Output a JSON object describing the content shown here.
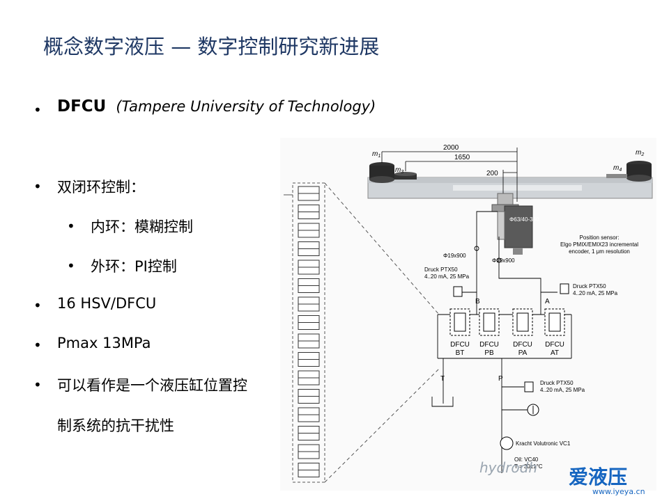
{
  "title": "概念数字液压 — 数字控制研究新进展",
  "bullets": {
    "dfcu_label": "DFCU",
    "dfcu_uni": "(Tampere University of Technology)",
    "control": "双闭环控制：",
    "inner": "内环：模糊控制",
    "outer": "外环：PI控制",
    "hsv": "16 HSV/DFCU",
    "pmax": "Pmax  13MPa",
    "note_1": "可以看作是一个液压缸位置控",
    "note_2": "制系统的抗干扰性"
  },
  "diagram": {
    "dim_2000": "2000",
    "dim_1650": "1650",
    "dim_200": "200",
    "m1": "m",
    "m1_sub": "1",
    "m2": "m",
    "m2_sub": "2",
    "m3": "m",
    "m3_sub": "3",
    "m4": "m",
    "m4_sub": "4",
    "cyl": "Φ63/40-350",
    "pos_1": "Position sensor:",
    "pos_2": "Elgo PMIX/EMIX23 incremental",
    "pos_3": "encoder, 1 μm resolution",
    "pipe_left": "Φ19x900",
    "pipe_right": "Φ19x900",
    "druck_l1": "Druck PTX50",
    "druck_l2": "4..20 mA, 25 MPa",
    "druck_r1": "Druck PTX50",
    "druck_r2": "4..20 mA, 25 MPa",
    "port_b": "B",
    "port_a": "A",
    "port_t": "T",
    "port_p": "P",
    "units": [
      {
        "l1": "DFCU",
        "l2": "BT"
      },
      {
        "l1": "DFCU",
        "l2": "PB"
      },
      {
        "l1": "DFCU",
        "l2": "PA"
      },
      {
        "l1": "DFCU",
        "l2": "AT"
      }
    ],
    "druck_p1": "Druck PTX50",
    "druck_p2": "4..20 mA, 25 MPa",
    "pump": "Kracht Volutronic VC1",
    "oil_1": "Oil: VC40",
    "oil_2": "T = 30±1°C"
  },
  "watermark": {
    "hydro": "hydrodh",
    "brand": "爱液压",
    "url": "www.iyeya.cn"
  }
}
